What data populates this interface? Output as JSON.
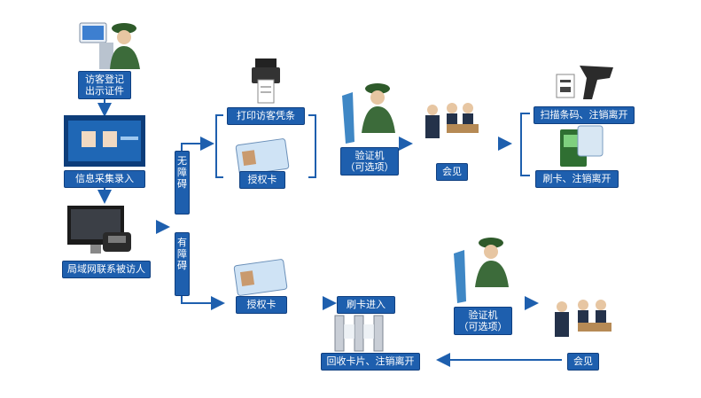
{
  "labels": {
    "visitor_register": "访客登记\n出示证件",
    "info_collect": "信息采集录入",
    "lan_contact": "局域网联系被访人",
    "no_barrier": "无障碍",
    "with_barrier": "有障碍",
    "print_voucher": "打印访客凭条",
    "auth_card_top": "授权卡",
    "verifier_top": "验证机\n（可选项）",
    "meeting_top": "会见",
    "scan_barcode": "扫描条码、注销离开",
    "swipe_leave": "刷卡、注销离开",
    "auth_card_bottom": "授权卡",
    "swipe_enter": "刷卡进入",
    "verifier_bottom": "验证机\n（可选项）",
    "meeting_bottom": "会见",
    "recycle_card": "回收卡片、注销离开"
  },
  "footer_text": "",
  "colors": {
    "accent": "#1e5fae",
    "arrow": "#2a6fc4",
    "guard": "#3c6b3a"
  }
}
